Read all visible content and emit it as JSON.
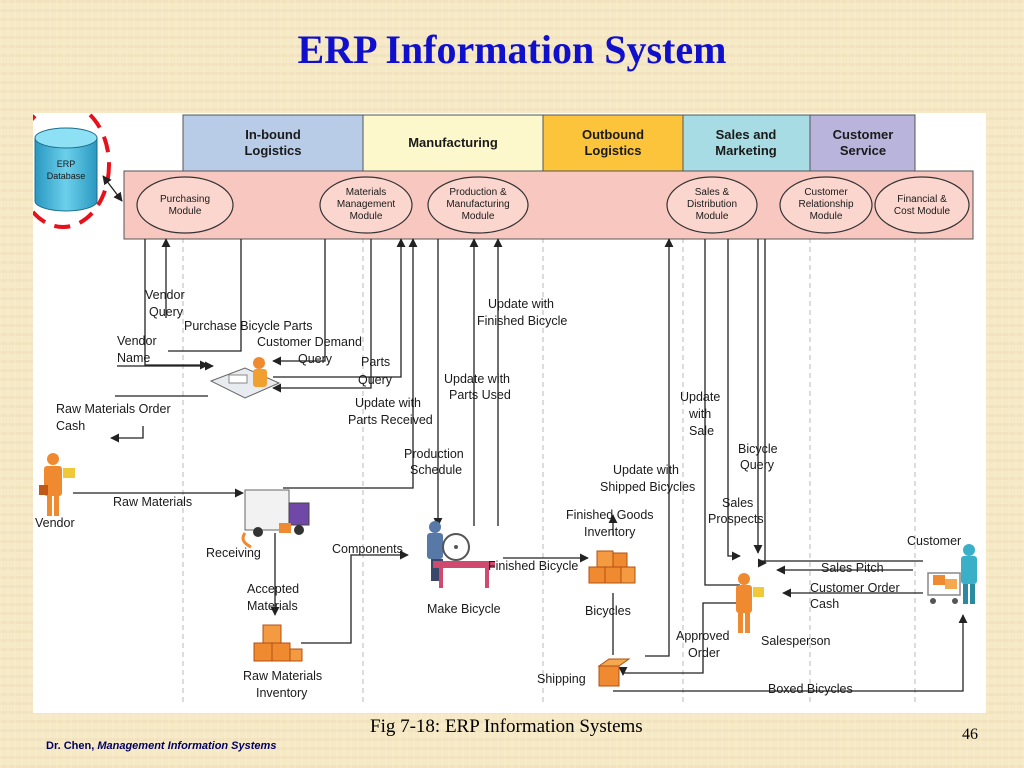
{
  "slide": {
    "title": "ERP Information System",
    "caption": "Fig 7-18: ERP Information Systems",
    "footer_author": "Dr. Chen, ",
    "footer_course": "Management Information Systems",
    "page_number": "46"
  },
  "colors": {
    "title": "#1010cc",
    "dashed_circle": "#e8101a",
    "module_bar": "#f8c8c0",
    "database": "#48b8d8",
    "inbound": "#b8cce8",
    "manufacturing": "#fdf8cc",
    "outbound": "#fcc43a",
    "sales_marketing": "#a8dce4",
    "customer_service": "#b8b4dc"
  },
  "diagram": {
    "database": {
      "line1": "ERP",
      "line2": "Database"
    },
    "headers": [
      {
        "line1": "In-bound",
        "line2": "Logistics"
      },
      {
        "line1": "Manufacturing",
        "line2": ""
      },
      {
        "line1": "Outbound",
        "line2": "Logistics"
      },
      {
        "line1": "Sales and",
        "line2": "Marketing"
      },
      {
        "line1": "Customer",
        "line2": "Service"
      }
    ],
    "modules": [
      {
        "line1": "Purchasing",
        "line2": "Module",
        "line3": ""
      },
      {
        "line1": "Materials",
        "line2": "Management",
        "line3": "Module"
      },
      {
        "line1": "Production &",
        "line2": "Manufacturing",
        "line3": "Module"
      },
      {
        "line1": "Sales &",
        "line2": "Distribution",
        "line3": "Module"
      },
      {
        "line1": "Customer",
        "line2": "Relationship",
        "line3": "Module"
      },
      {
        "line1": "Financial &",
        "line2": "Cost Module",
        "line3": ""
      }
    ],
    "labels": {
      "vendor_query_1": "Vendor",
      "vendor_query_2": "Query",
      "purchase_bicycle_parts": "Purchase Bicycle Parts",
      "customer_demand_1": "Customer Demand",
      "customer_demand_2": "Query",
      "vendor_name_1": "Vendor",
      "vendor_name_2": "Name",
      "parts_query_1": "Parts",
      "parts_query_2": "Query",
      "update_finished_1": "Update with",
      "update_finished_2": "Finished Bicycle",
      "update_parts_used_1": "Update with",
      "update_parts_used_2": "Parts Used",
      "update_parts_received_1": "Update with",
      "update_parts_received_2": "Parts Received",
      "raw_materials_order_1": "Raw Materials Order",
      "raw_materials_order_2": "Cash",
      "production_schedule_1": "Production",
      "production_schedule_2": "Schedule",
      "vendor": "Vendor",
      "raw_materials": "Raw Materials",
      "receiving": "Receiving",
      "accepted_materials_1": "Accepted",
      "accepted_materials_2": "Materials",
      "raw_materials_inventory_1": "Raw Materials",
      "raw_materials_inventory_2": "Inventory",
      "components": "Components",
      "make_bicycle": "Make Bicycle",
      "finished_bicycle": "Finished Bicycle",
      "finished_goods_1": "Finished Goods",
      "finished_goods_2": "Inventory",
      "bicycles": "Bicycles",
      "update_shipped_1": "Update with",
      "update_shipped_2": "Shipped Bicycles",
      "update_sale_1": "Update",
      "update_sale_2": "with",
      "update_sale_3": "Sale",
      "bicycle_query_1": "Bicycle",
      "bicycle_query_2": "Query",
      "sales_prospects_1": "Sales",
      "sales_prospects_2": "Prospects",
      "customer": "Customer",
      "sales_pitch": "Sales Pitch",
      "customer_order_1": "Customer Order",
      "customer_order_2": "Cash",
      "salesperson": "Salesperson",
      "approved_order_1": "Approved",
      "approved_order_2": "Order",
      "shipping": "Shipping",
      "boxed_bicycles": "Boxed Bicycles"
    }
  }
}
